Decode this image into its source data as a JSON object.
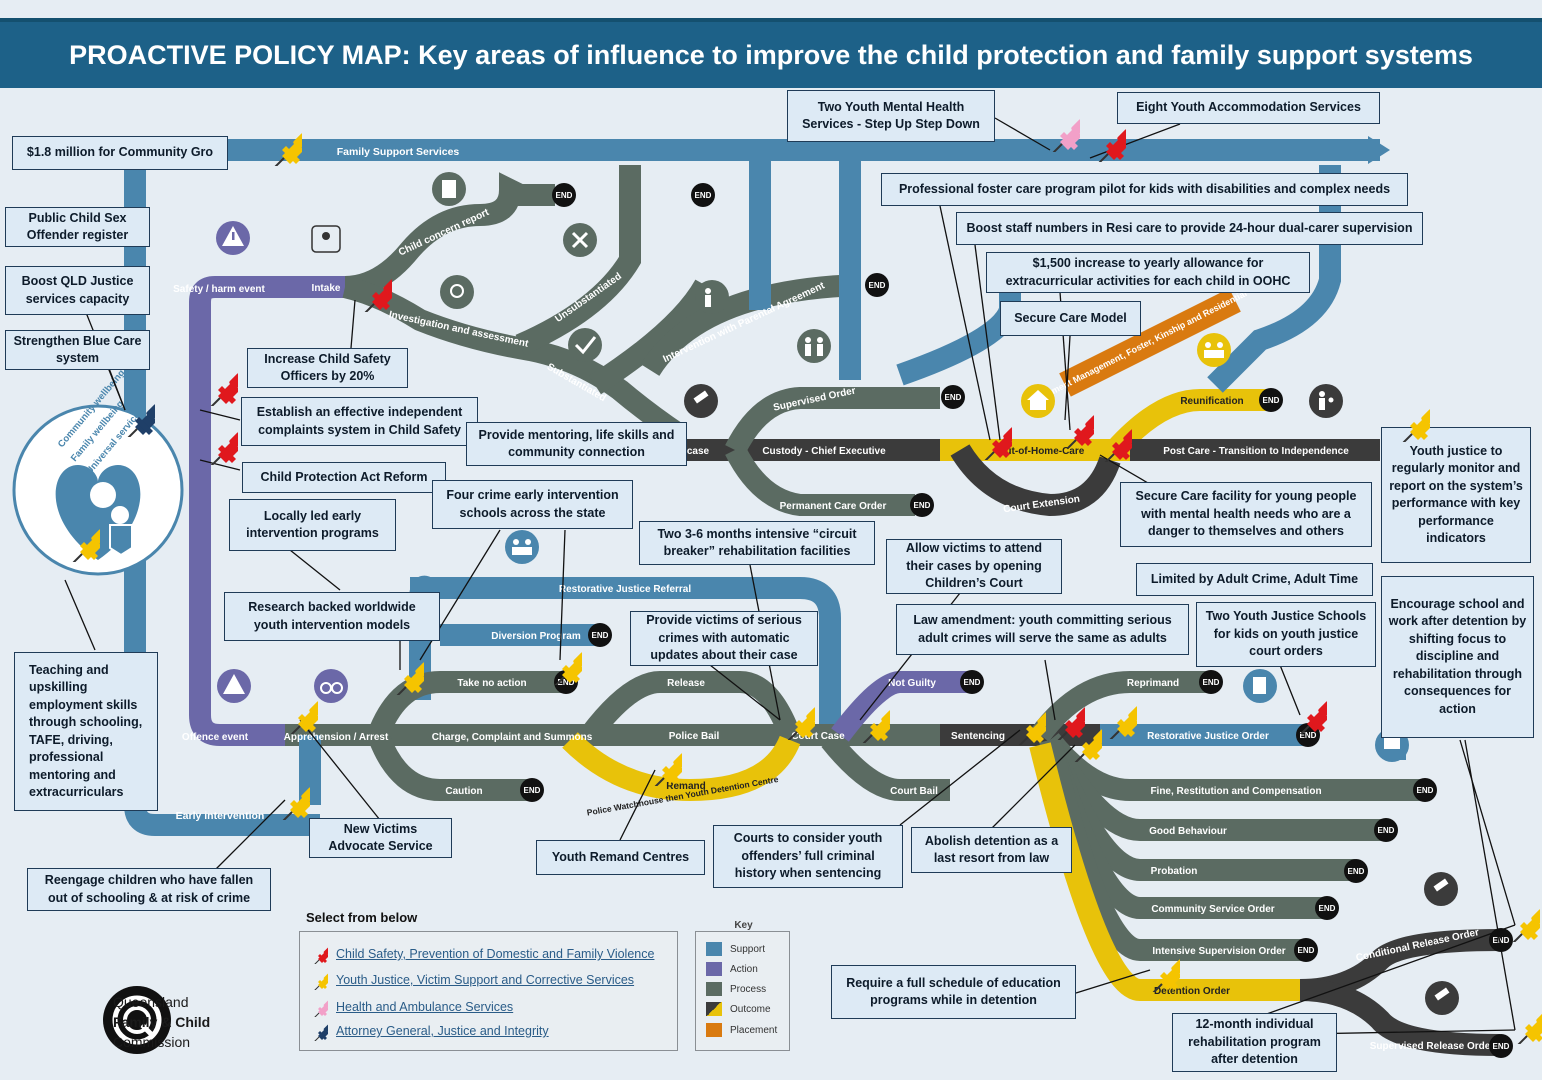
{
  "header": {
    "title": "PROACTIVE POLICY MAP: Key areas of influence to improve the child protection and family support systems"
  },
  "colors": {
    "support": "#4a86ad",
    "action": "#6b68a8",
    "process": "#5b6b62",
    "outcome_dark": "#3b3b3b",
    "outcome_yellow": "#e8c20a",
    "placement": "#d97a10",
    "pin_red": "#e0181d",
    "pin_yellow": "#f5c400",
    "pin_pink": "#f2a0c8",
    "pin_navy": "#1f3f68"
  },
  "road_labels": {
    "family_support": "Family Support Services",
    "community_wellbeing": "Community wellbeing",
    "family_wellbeing": "Family wellbeing",
    "universal_services": "Universal services",
    "safety_harm": "Safety / harm event",
    "intake": "Intake",
    "child_concern": "Child concern report",
    "investigation": "Investigation and assessment",
    "unsubstantiated": "Unsubstantiated",
    "substantiated": "Substantiated",
    "intervention": "Intervention with Parental Agreement",
    "supervised_order": "Supervised Order",
    "custody": "Custody - Chief Executive",
    "case": "case",
    "permanent_care": "Permanent Care Order",
    "out_of_home": "Out-of-Home-Care",
    "court_extension": "Court Extension",
    "placement_mgmt": "Placement Management, Foster, Kinship and Residential Care",
    "reunification": "Reunification",
    "post_care": "Post Care - Transition to Independence",
    "restorative_referral": "Restorative Justice Referral",
    "diversion": "Diversion Program",
    "take_no_action": "Take no action",
    "release": "Release",
    "not_guilty": "Not Guilty",
    "reprimand": "Reprimand",
    "offence_event": "Offence event",
    "apprehension": "Apprehension / Arrest",
    "charge": "Charge, Complaint and Summons",
    "police_bail": "Police Bail",
    "court_case": "Court Case",
    "sentencing": "Sentencing",
    "restorative_order": "Restorative Justice Order",
    "caution": "Caution",
    "remand": "Remand",
    "watchhouse": "Police Watchhouse then Youth Detention Centre",
    "court_bail": "Court Bail",
    "early_intervention": "Early intervention",
    "fine": "Fine, Restitution and Compensation",
    "good_behaviour": "Good Behaviour",
    "probation": "Probation",
    "community_service": "Community Service Order",
    "intensive_supervision": "Intensive Supervision Order",
    "detention_order": "Detention Order",
    "conditional_release": "Conditional Release Order",
    "supervised_release": "Supervised Release Order",
    "end": "END"
  },
  "callouts": {
    "community_gro": "$1.8 million for Community Gro",
    "youth_mental": "Two Youth Mental Health Services - Step Up Step Down",
    "youth_accom": "Eight Youth Accommodation Services",
    "foster_pilot": "Professional foster care program pilot for kids with disabilities and complex needs",
    "boost_staff": "Boost staff numbers in Resi care to provide 24-hour dual-carer supervision",
    "allowance": "$1,500 increase to yearly allowance for extracurricular activities for each child in OOHC",
    "secure_care_model": "Secure Care Model",
    "sex_offender": "Public Child Sex Offender register",
    "boost_justice": "Boost QLD Justice services capacity",
    "blue_care": "Strengthen Blue Care system",
    "csos": "Increase Child Safety Officers by 20%",
    "complaints": "Establish an effective independent complaints system in Child Safety",
    "mentoring": "Provide mentoring, life skills and community connection",
    "cp_act": "Child Protection Act Reform",
    "crime_schools": "Four crime early intervention schools across the state",
    "locally_led": "Locally led early intervention programs",
    "circuit_breaker": "Two 3-6 months intensive “circuit breaker” rehabilitation facilities",
    "victims_court": "Allow victims to attend their cases by opening Children’s Court",
    "secure_facility": "Secure Care facility for young people with mental health needs who are a danger to themselves and others",
    "youth_monitor": "Youth justice to regularly monitor and report on the system’s performance with key performance indicators",
    "adult_crime": "Limited by Adult Crime, Adult Time",
    "research": "Research backed worldwide youth intervention models",
    "victim_updates": "Provide victims of serious crimes with automatic updates about their case",
    "law_amend": "Law amendment: youth committing serious adult crimes will serve the same as adults",
    "yj_schools": "Two Youth Justice Schools for kids on youth justice court orders",
    "encourage_school": "Encourage school and work after detention by shifting focus to discipline and rehabilitation through consequences for action",
    "teaching": "Teaching and upskilling employment skills through schooling, TAFE, driving, professional mentoring and extracurriculars",
    "new_victims": "New Victims Advocate Service",
    "remand_centres": "Youth Remand Centres",
    "full_history": "Courts to consider youth offenders’ full criminal history when sentencing",
    "abolish": "Abolish detention as a last resort from law",
    "reengage": "Reengage children who have fallen out of schooling & at risk of crime",
    "education_detention": "Require a full schedule of education programs while in detention",
    "rehab_12": "12-month individual rehabilitation program after detention"
  },
  "legend": {
    "title": "Select from below",
    "items": [
      "Child Safety, Prevention of Domestic and Family Violence",
      "Youth Justice, Victim Support and Corrective Services",
      "Health and Ambulance Services",
      "Attorney General, Justice and Integrity"
    ]
  },
  "key": {
    "title": "Key",
    "items": [
      "Support",
      "Action",
      "Process",
      "Outcome",
      "Placement"
    ]
  },
  "logo": {
    "line1": "Queensland",
    "line2": "Family & Child",
    "line3": "Commission"
  }
}
